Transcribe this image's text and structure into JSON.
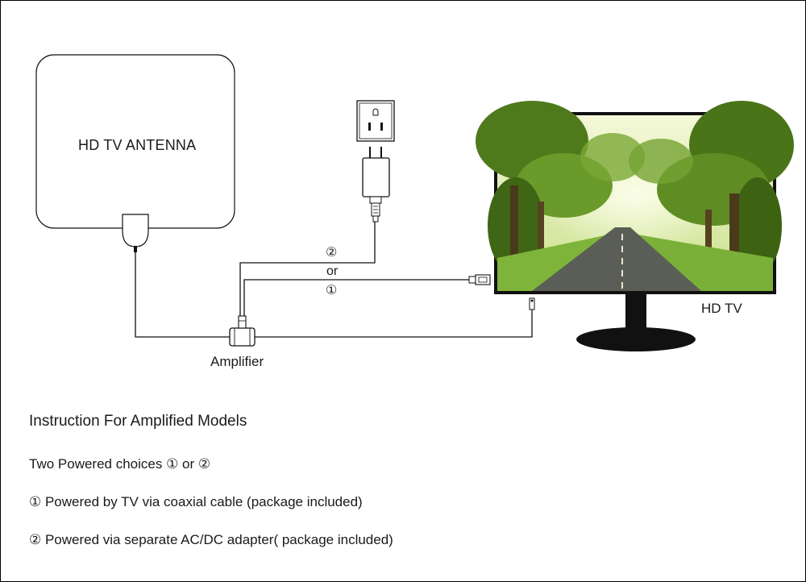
{
  "antenna": {
    "label": "HD TV ANTENNA"
  },
  "tv": {
    "label": "HD TV",
    "screen_colors": {
      "sky": "#e9f2c4",
      "foliage": "#5e8a22",
      "road": "#5b5e56",
      "grass": "#7fb43a"
    }
  },
  "amplifier": {
    "label": "Amplifier"
  },
  "power_options": {
    "option2": "②",
    "or": "or",
    "option1": "①"
  },
  "instructions": {
    "heading": "Instruction For Amplified Models",
    "choices": "Two Powered choices ① or ②",
    "item1": "① Powered by TV  via coaxial cable (package included)",
    "item2": "② Powered via separate AC/DC adapter( package included)"
  },
  "colors": {
    "line": "#111111",
    "tv_stand": "#111111"
  }
}
